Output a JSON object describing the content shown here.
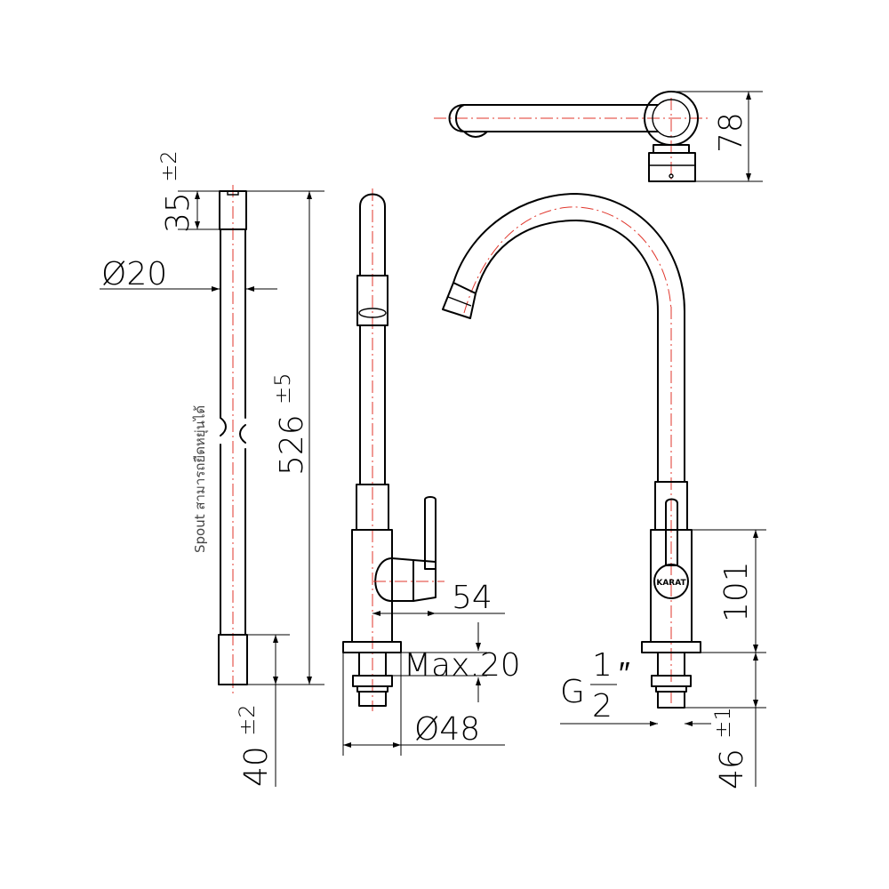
{
  "dimensions": {
    "spout_top": {
      "value": "35",
      "tol": "±2"
    },
    "spout_diameter": "Ø20",
    "spout_length": {
      "value": "526",
      "tol": "±5"
    },
    "spout_bottom": {
      "value": "40",
      "tol": "±2"
    },
    "handle_projection": "54",
    "max_thickness": "Max.20",
    "base_diameter": "Ø48",
    "top_depth": "78",
    "body_height": "101",
    "thread": {
      "prefix": "G",
      "num": "1",
      "den": "2",
      "suffix": "″"
    },
    "shank_length": {
      "value": "46",
      "tol": "±1"
    }
  },
  "notes": {
    "spout_flexible": "Spout สามารถยืดหยุ่นได้",
    "logo": "KARAT"
  },
  "colors": {
    "line": "#000000",
    "centerline": "#e0352b"
  }
}
